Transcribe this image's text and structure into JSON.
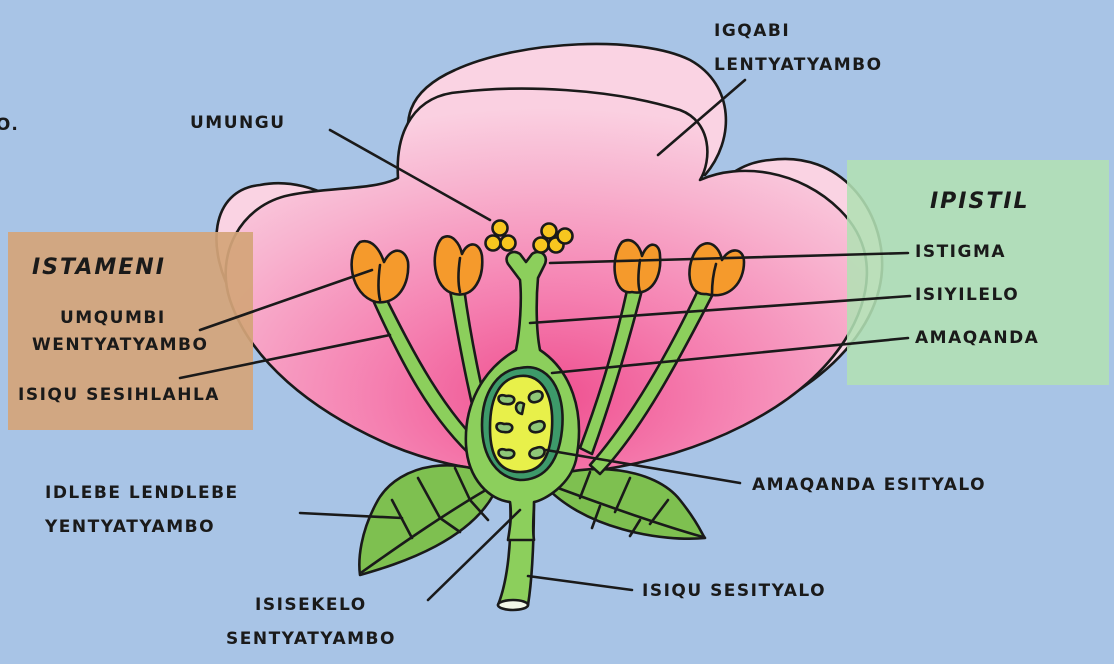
{
  "edge_fragment": "IO.",
  "groups": {
    "stamen": "ISTAMENI",
    "pistil": "IPISTIL"
  },
  "labels": {
    "petal_1": "IGQABI",
    "petal_2": "LENTYATYAMBO",
    "pollen": "UMUNGU",
    "anther_1": "UMQUMBI",
    "anther_2": "WENTYATYAMBO",
    "filament": "ISIQU SESIHLAHLA",
    "stigma": "ISTIGMA",
    "style": "ISIYILELO",
    "ovary": "AMAQANDA",
    "ovules": "AMAQANDA ESITYALO",
    "sepal_1": "IDLEBE LENDLEBE",
    "sepal_2": "YENTYATYAMBO",
    "receptacle_1": "ISISEKELO",
    "receptacle_2": "SENTYATYAMBO",
    "stem": "ISIQU SESITYALO"
  },
  "colors": {
    "background": "#a8c4e6",
    "petal": "#f6b4cf",
    "petal_light": "#fbdde9",
    "petal_center": "#f0609a",
    "stamen_panel": "#d4a57a",
    "pistil_panel": "#b2e0b4",
    "anther": "#f59a2c",
    "pollen": "#f7c61f",
    "green": "#8ccf5c",
    "ovule": "#e8f04a",
    "ovary_inner": "#3d9a6a",
    "leaf": "#7ec050"
  }
}
